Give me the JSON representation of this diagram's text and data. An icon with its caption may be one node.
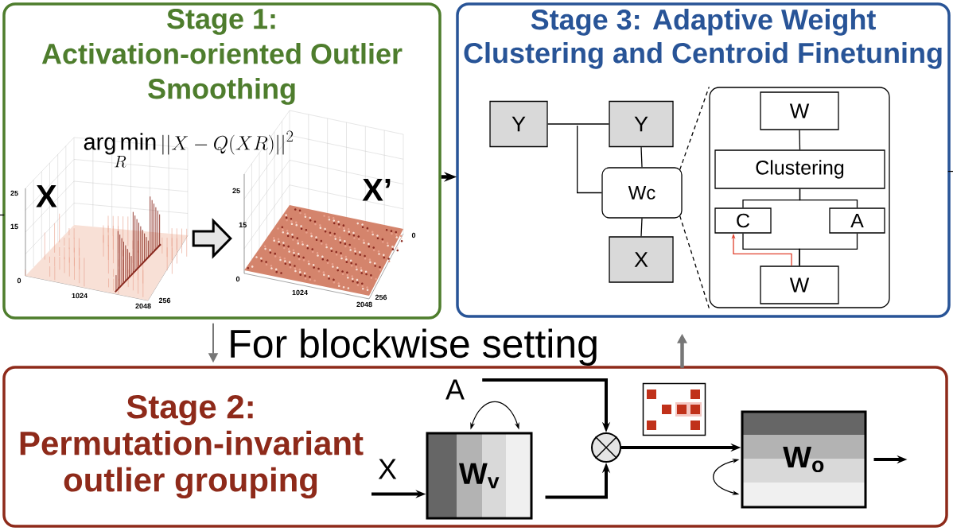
{
  "diagram": {
    "nodes": [
      {
        "text": [
          "Stage 1: Activation-oriented Outlier Smoothing"
        ]
      },
      {
        "text": [
          "Stage 3: Adaptive Weight Clustering and Centroid Finetuning"
        ]
      },
      {
        "text": [
          "Stage 2: Permutation-invariant outlier grouping"
        ]
      },
      {
        "text": [
          "X"
        ],
        "in": 0
      },
      {
        "text": [
          "X’"
        ],
        "in": 0
      },
      {
        "text": [
          "Y"
        ],
        "in": 1
      },
      {
        "text": [
          "Y"
        ],
        "in": 1
      },
      {
        "text": [
          "Wc"
        ],
        "in": 1
      },
      {
        "text": [
          "X"
        ],
        "in": 1
      },
      {
        "text": [],
        "shape": "box",
        "in": 1
      },
      {
        "text": [
          "W"
        ],
        "in": 9
      },
      {
        "text": [
          "Clustering"
        ],
        "in": 9
      },
      {
        "text": [
          "C"
        ],
        "in": 9
      },
      {
        "text": [
          "A"
        ],
        "in": 9
      },
      {
        "text": [
          "W"
        ],
        "in": 9
      },
      {
        "text": [
          "A"
        ],
        "in": 2
      },
      {
        "text": [
          "X"
        ],
        "in": 2
      },
      {
        "text": [
          "W$_{v}$"
        ],
        "in": 2
      },
      {
        "text": [],
        "shape": "circle",
        "in": 2
      },
      {
        "text": [
          "W$_{o}$"
        ],
        "in": 2
      },
      {
        "text": [],
        "shape": "picture",
        "in": 2
      }
    ],
    "edges": [
      {
        "from": 0,
        "to": 1,
        "arrow": "to",
        "style": "thick"
      },
      {
        "from": null,
        "to": 0,
        "arrow": "none"
      },
      {
        "from": 1,
        "to": null,
        "arrow": "none"
      },
      {
        "from": 0,
        "to": 2,
        "arrow": "to",
        "label": "For blockwise setting",
        "color": "#777777"
      },
      {
        "from": 20,
        "to": 1,
        "arrow": "to",
        "color": "#777777",
        "style": "thick"
      },
      {
        "from": 3,
        "to": 4,
        "arrow": "to"
      },
      {
        "from": 5,
        "to": 6,
        "arrow": "none"
      },
      {
        "from": 5,
        "to": 7,
        "arrow": "none"
      },
      {
        "from": 6,
        "to": 7,
        "arrow": "none"
      },
      {
        "from": 7,
        "to": 8,
        "arrow": "none"
      },
      {
        "from": 7,
        "to": 9,
        "arrow": "none",
        "style": "dashed"
      },
      {
        "from": 7,
        "to": 9,
        "arrow": "none",
        "style": "dashed"
      },
      {
        "from": 10,
        "to": 11,
        "arrow": "none"
      },
      {
        "from": 11,
        "to": 12,
        "arrow": "none"
      },
      {
        "from": 11,
        "to": 13,
        "arrow": "none"
      },
      {
        "from": 14,
        "to": 12,
        "arrow": "none"
      },
      {
        "from": 14,
        "to": 13,
        "arrow": "none"
      },
      {
        "from": 14,
        "to": 12,
        "arrow": "to",
        "color": "#e0402c"
      },
      {
        "from": 16,
        "to": 17,
        "arrow": "to",
        "style": "thick"
      },
      {
        "from": 15,
        "to": 18,
        "arrow": "to",
        "style": "thick"
      },
      {
        "from": 17,
        "to": 18,
        "arrow": "to",
        "style": "thick"
      },
      {
        "from": 18,
        "to": 19,
        "arrow": "to",
        "style": "thick"
      },
      {
        "from": 19,
        "to": null,
        "arrow": "to",
        "style": "thick"
      },
      {
        "from": 17,
        "to": 17,
        "arrow": "both"
      },
      {
        "from": 19,
        "to": 19,
        "arrow": "both"
      }
    ],
    "labels": [
      "\\mathop{\\arg\\min}_{R} ||X - Q(XR)||^2",
      "25",
      "15",
      "0",
      "1024",
      "2048",
      "256",
      "25",
      "15",
      "0",
      "0",
      "1024",
      "2048",
      "256"
    ]
  }
}
